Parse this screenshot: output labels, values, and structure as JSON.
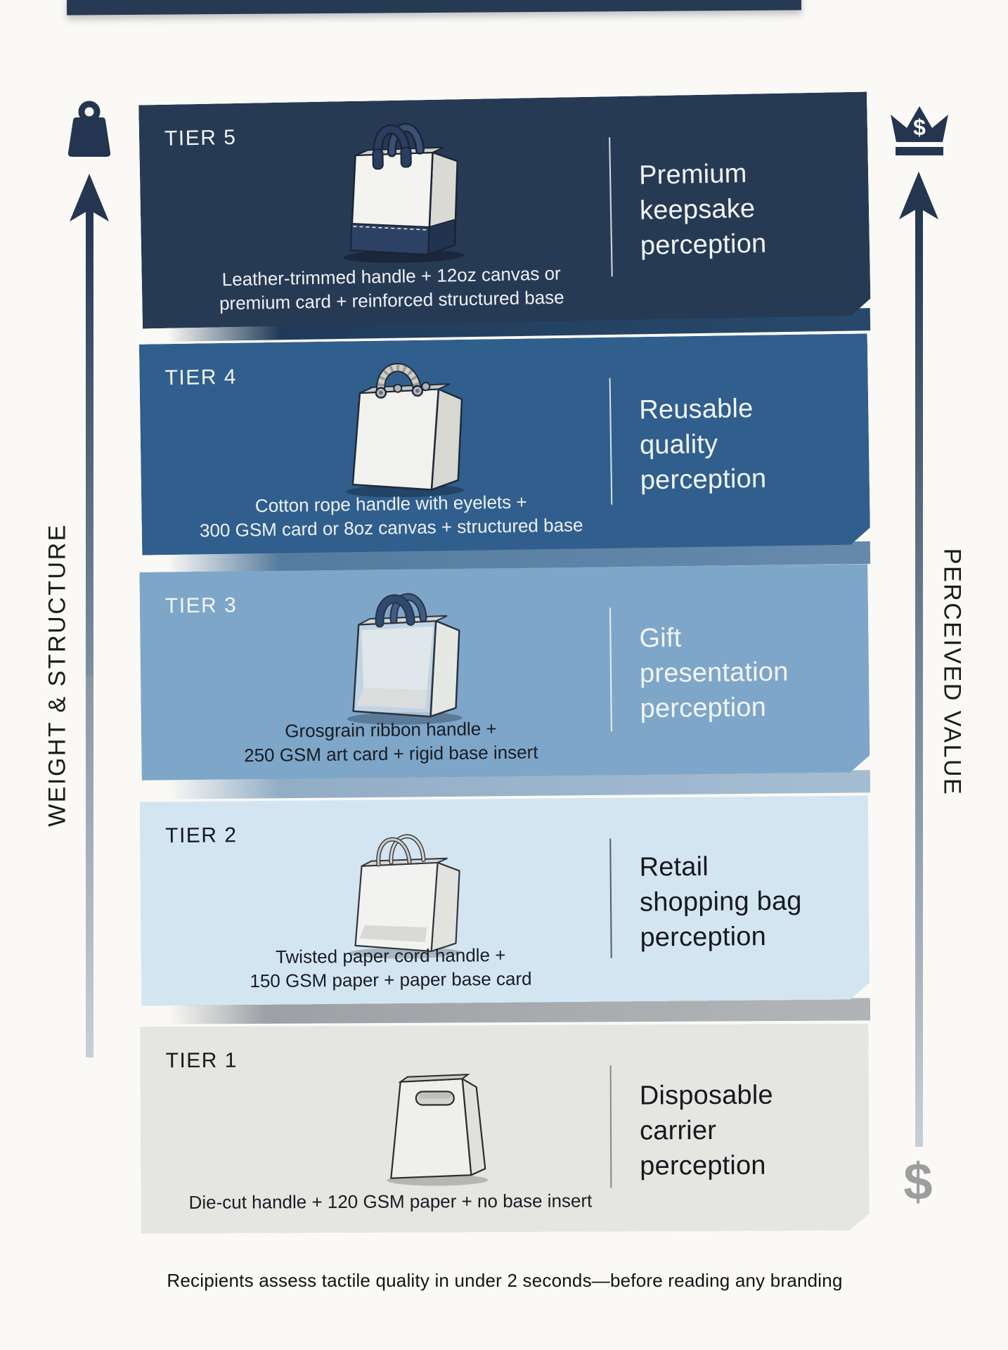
{
  "infographic": {
    "caption": "Recipients assess tactile quality in under 2 seconds—before reading any branding",
    "left_axis": {
      "label": "WEIGHT & STRUCTURE",
      "icon": "weight-icon",
      "arrow_icon": "up-arrow-icon"
    },
    "right_axis": {
      "label": "PERCEIVED VALUE",
      "icon": "crown-dollar-icon",
      "crown_symbol": "$",
      "arrow_icon": "up-arrow-icon",
      "bottom_symbol": "$"
    },
    "tiers": [
      {
        "label": "TIER 5",
        "bag_icon": "navy-trim-canvas-tote-bag",
        "description_lines": [
          "Leather-trimmed handle + 12oz canvas or",
          "premium card + reinforced structured base"
        ],
        "perception_lines": [
          "Premium",
          "keepsake",
          "perception"
        ],
        "band_color": "#273a54"
      },
      {
        "label": "TIER 4",
        "bag_icon": "cotton-rope-handle-bag",
        "description_lines": [
          "Cotton rope handle with eyelets +",
          "300 GSM card or 8oz canvas + structured base"
        ],
        "perception_lines": [
          "Reusable",
          "quality",
          "perception"
        ],
        "band_color": "#305f8d"
      },
      {
        "label": "TIER 3",
        "bag_icon": "grosgrain-ribbon-handle-bag",
        "description_lines": [
          "Grosgrain ribbon handle +",
          "250 GSM art card + rigid base insert"
        ],
        "perception_lines": [
          "Gift",
          "presentation",
          "perception"
        ],
        "band_color": "#7ea6c9"
      },
      {
        "label": "TIER 2",
        "bag_icon": "twisted-paper-cord-bag",
        "description_lines": [
          "Twisted paper cord handle +",
          "150 GSM paper + paper base card"
        ],
        "perception_lines": [
          "Retail",
          "shopping bag",
          "perception"
        ],
        "band_color": "#d4e5f2"
      },
      {
        "label": "TIER 1",
        "bag_icon": "die-cut-handle-bag",
        "description_lines": [
          "Die-cut handle + 120 GSM paper + no base insert"
        ],
        "perception_lines": [
          "Disposable",
          "carrier",
          "perception"
        ],
        "band_color": "#e5e5e2"
      }
    ],
    "colors": {
      "background": "#faf9f6",
      "accent_navy": "#233550",
      "muted_dollar_gray": "#9d9d9d"
    }
  }
}
